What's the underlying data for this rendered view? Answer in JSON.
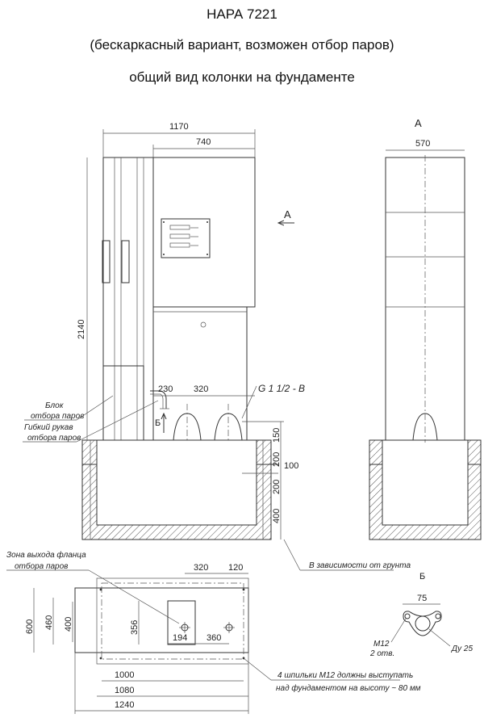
{
  "header": {
    "title": "НАРА 7221",
    "subtitle": "(бескаркасный вариант, возможен отбор паров)",
    "caption": "общий вид колонки на фундаменте"
  },
  "views": {
    "view_a_label": "А",
    "view_b_label": "Б",
    "arrow_a_label": "А",
    "arrow_b_label": "Б"
  },
  "front_dims": {
    "w_total": "1170",
    "w_upper": "740",
    "h_total": "2140",
    "d_230": "230",
    "d_320": "320",
    "d_150": "150",
    "d_200a": "200",
    "d_100": "100",
    "d_200b": "200",
    "d_400": "400",
    "thread": "G 1 1/2 - B"
  },
  "side_dims": {
    "w_570": "570"
  },
  "labels": {
    "block_1": "Блок",
    "block_2": "отбора паров",
    "hose_1": "Гибкий рукав",
    "hose_2": "отбора паров",
    "zone_1": "Зона выхода фланца",
    "zone_2": "отбора паров",
    "ground": "В зависимости от грунта",
    "studs_1": "4 шпильки М12 должны выступать",
    "studs_2": "над фундаментом на высоту ~ 80 мм"
  },
  "plan_dims": {
    "d_320": "320",
    "d_120": "120",
    "d_600": "600",
    "d_460": "460",
    "d_400": "400",
    "d_356": "356",
    "d_194": "194",
    "d_360": "360",
    "d_1000": "1000",
    "d_1080": "1080",
    "d_1240": "1240"
  },
  "flange_dims": {
    "d_75": "75",
    "m12_1": "М12",
    "m12_2": "2 отв.",
    "du": "Ду 25"
  }
}
